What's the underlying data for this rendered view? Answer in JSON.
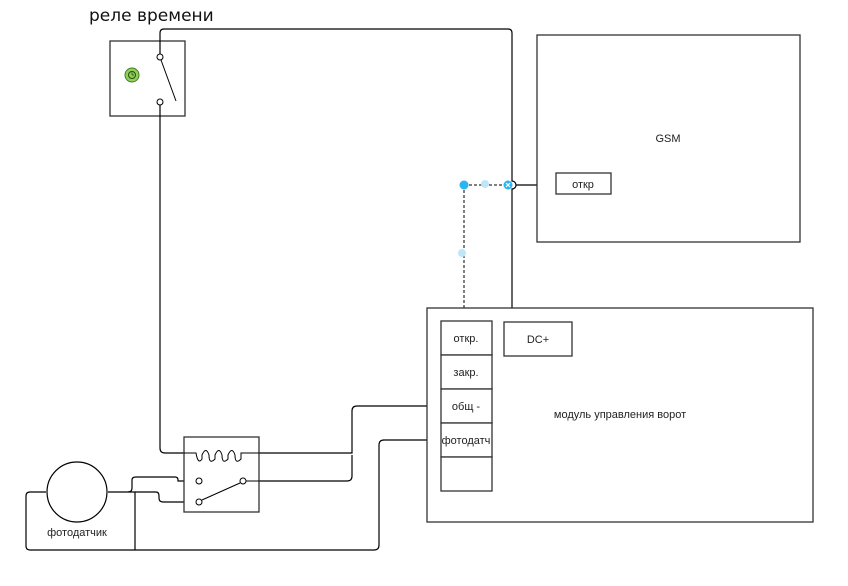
{
  "diagram": {
    "title": "реле времени",
    "gsm": {
      "label": "GSM",
      "port_label": "откр"
    },
    "module": {
      "label": "модуль управления ворот",
      "dc_label": "DC+",
      "terminals": [
        "откр.",
        "закр.",
        "общ -",
        "фотодатч",
        ""
      ]
    },
    "photosensor": {
      "label": "фотодатчик"
    },
    "colors": {
      "selection": "#29b6f2",
      "timer_icon": "#8ed15a",
      "wire": "#000000",
      "box_stroke": "#333333"
    }
  }
}
